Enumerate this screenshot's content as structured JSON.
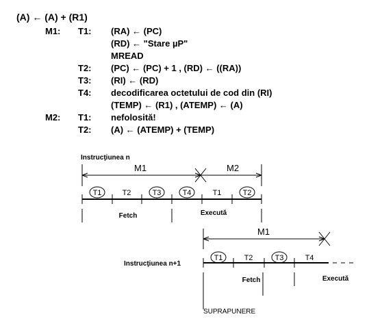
{
  "header": {
    "text": "(A) ← (A) + (R1)"
  },
  "microcode": {
    "rows": [
      {
        "cycle": "M1:",
        "step": "T1:",
        "op": "(RA) ← (PC)"
      },
      {
        "cycle": "",
        "step": "",
        "op": "(RD) ← \"Stare µP\""
      },
      {
        "cycle": "",
        "step": "",
        "op": "MREAD"
      },
      {
        "cycle": "",
        "step": "T2:",
        "op": "(PC) ← (PC) + 1 ,   (RD) ← ((RA))"
      },
      {
        "cycle": "",
        "step": "T3:",
        "op": "(RI) ← (RD)"
      },
      {
        "cycle": "",
        "step": "T4:",
        "op": "decodificarea octetului de cod din (RI)"
      },
      {
        "cycle": "",
        "step": "",
        "op": "(TEMP) ← (R1)  ,    (ATEMP) ← (A)"
      },
      {
        "cycle": "M2:",
        "step": "T1:",
        "op": "nefolosită!"
      },
      {
        "cycle": "",
        "step": "T2:",
        "op": "(A) ← (ATEMP) + (TEMP)"
      }
    ]
  },
  "timeline_n": {
    "title": "Instrucţiunea n",
    "m1": "M1",
    "m2": "M2",
    "states": [
      {
        "label": "T1",
        "circled": true
      },
      {
        "label": "T2",
        "circled": false
      },
      {
        "label": "T3",
        "circled": true
      },
      {
        "label": "T4",
        "circled": true
      },
      {
        "label": "T1",
        "circled": false
      },
      {
        "label": "T2",
        "circled": true
      }
    ],
    "fetch": "Fetch",
    "execute": "Execută"
  },
  "timeline_n1": {
    "title": "Instrucţiunea n+1",
    "m1": "M1",
    "states": [
      {
        "label": "T1",
        "circled": true
      },
      {
        "label": "T2",
        "circled": false
      },
      {
        "label": "T3",
        "circled": true
      },
      {
        "label": "T4",
        "circled": false
      }
    ],
    "fetch": "Fetch",
    "execute": "Execută",
    "overlap": "SUPRAPUNERE"
  },
  "colors": {
    "ink": "#000000",
    "background": "#ffffff"
  }
}
